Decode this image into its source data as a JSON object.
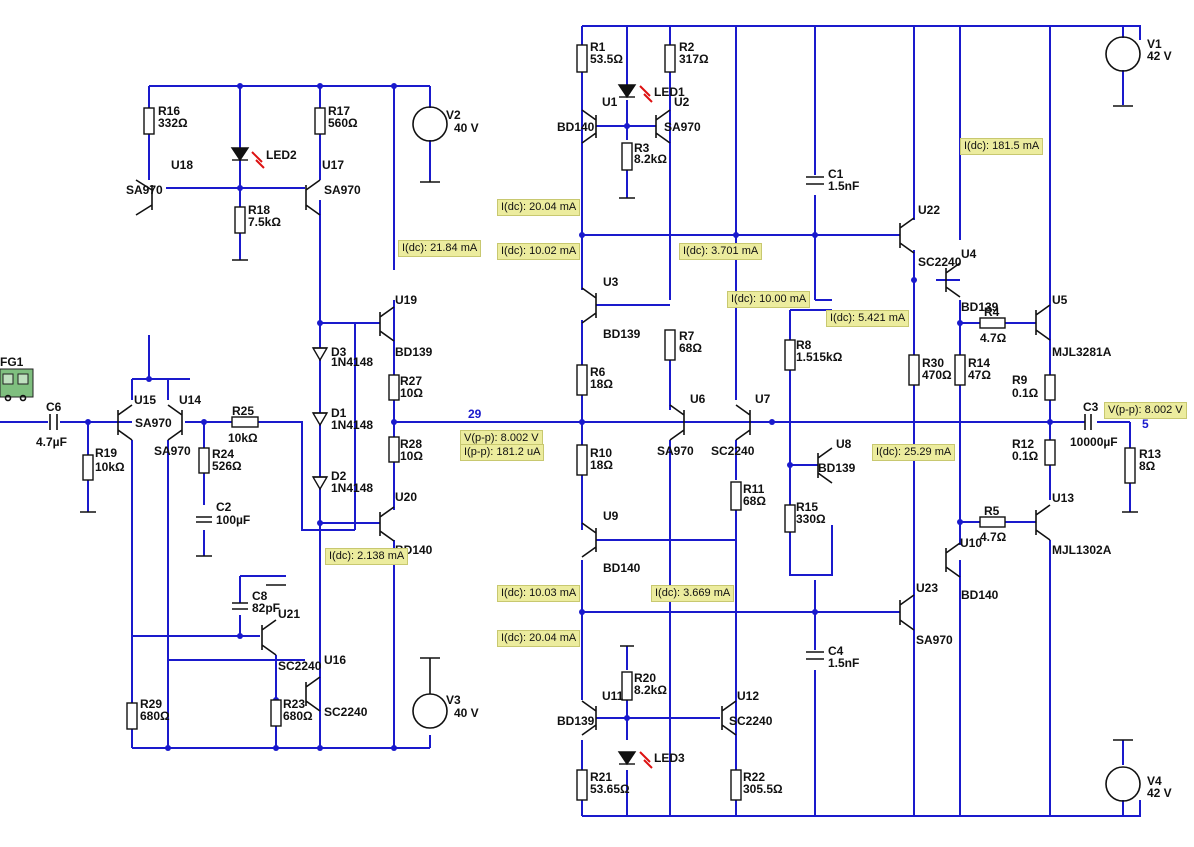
{
  "components": [
    {
      "ref": "FG1",
      "value": ""
    },
    {
      "ref": "C6",
      "value": "4.7µF"
    },
    {
      "ref": "R19",
      "value": "10kΩ"
    },
    {
      "ref": "U15",
      "value": "SA970"
    },
    {
      "ref": "U14",
      "value": "SA970"
    },
    {
      "ref": "R25",
      "value": "10kΩ"
    },
    {
      "ref": "R24",
      "value": "526Ω"
    },
    {
      "ref": "C2",
      "value": "100µF"
    },
    {
      "ref": "R16",
      "value": "332Ω"
    },
    {
      "ref": "LED2",
      "value": ""
    },
    {
      "ref": "R17",
      "value": "560Ω"
    },
    {
      "ref": "U18",
      "value": "SA970"
    },
    {
      "ref": "U17",
      "value": "SA970"
    },
    {
      "ref": "R18",
      "value": "7.5kΩ"
    },
    {
      "ref": "V2",
      "value": "40 V"
    },
    {
      "ref": "U19",
      "value": "BD139"
    },
    {
      "ref": "D3",
      "value": "1N4148"
    },
    {
      "ref": "D1",
      "value": "1N4148"
    },
    {
      "ref": "D2",
      "value": "1N4148"
    },
    {
      "ref": "R27",
      "value": "10Ω"
    },
    {
      "ref": "R28",
      "value": "10Ω"
    },
    {
      "ref": "U20",
      "value": "BD140"
    },
    {
      "ref": "C8",
      "value": "82pF"
    },
    {
      "ref": "U21",
      "value": ""
    },
    {
      "ref": "SC2240",
      "value": ""
    },
    {
      "ref": "U16",
      "value": "SC2240"
    },
    {
      "ref": "R23",
      "value": "680Ω"
    },
    {
      "ref": "R29",
      "value": "680Ω"
    },
    {
      "ref": "V3",
      "value": "40 V"
    },
    {
      "ref": "R1",
      "value": "53.5Ω"
    },
    {
      "ref": "R2",
      "value": "317Ω"
    },
    {
      "ref": "LED1",
      "value": ""
    },
    {
      "ref": "U1",
      "value": "BD140"
    },
    {
      "ref": "U2",
      "value": "SA970"
    },
    {
      "ref": "R3",
      "value": "8.2kΩ"
    },
    {
      "ref": "U3",
      "value": "BD139"
    },
    {
      "ref": "R6",
      "value": "18Ω"
    },
    {
      "ref": "R7",
      "value": "68Ω"
    },
    {
      "ref": "R10",
      "value": "18Ω"
    },
    {
      "ref": "U6",
      "value": "SA970"
    },
    {
      "ref": "U7",
      "value": "SC2240"
    },
    {
      "ref": "U9",
      "value": "BD140"
    },
    {
      "ref": "R11",
      "value": "68Ω"
    },
    {
      "ref": "U11",
      "value": "BD139"
    },
    {
      "ref": "R20",
      "value": "8.2kΩ"
    },
    {
      "ref": "LED3",
      "value": ""
    },
    {
      "ref": "U12",
      "value": "SC2240"
    },
    {
      "ref": "R21",
      "value": "53.65Ω"
    },
    {
      "ref": "R22",
      "value": "305.5Ω"
    },
    {
      "ref": "C1",
      "value": "1.5nF"
    },
    {
      "ref": "R8",
      "value": "1.515kΩ"
    },
    {
      "ref": "U8",
      "value": "BD139"
    },
    {
      "ref": "R15",
      "value": "330Ω"
    },
    {
      "ref": "C4",
      "value": "1.5nF"
    },
    {
      "ref": "U22",
      "value": "SC2240"
    },
    {
      "ref": "U4",
      "value": "BD139"
    },
    {
      "ref": "R30",
      "value": "470Ω"
    },
    {
      "ref": "R14",
      "value": "47Ω"
    },
    {
      "ref": "R4",
      "value": "4.7Ω"
    },
    {
      "ref": "U5",
      "value": "MJL3281A"
    },
    {
      "ref": "R9",
      "value": "0.1Ω"
    },
    {
      "ref": "R12",
      "value": "0.1Ω"
    },
    {
      "ref": "R5",
      "value": "4.7Ω"
    },
    {
      "ref": "U10",
      "value": "BD140"
    },
    {
      "ref": "U13",
      "value": "MJL1302A"
    },
    {
      "ref": "U23",
      "value": "SA970"
    },
    {
      "ref": "C3",
      "value": "10000µF"
    },
    {
      "ref": "R13",
      "value": "8Ω"
    },
    {
      "ref": "V1",
      "value": "42 V"
    },
    {
      "ref": "V4",
      "value": "42 V"
    }
  ],
  "nets": {
    "mid": "29",
    "out": "5"
  },
  "probes": {
    "p_v2": "I(dc): 21.84 mA",
    "p_u20": "I(dc): 2.138 mA",
    "p_mid_v": "V(p-p): 8.002 V",
    "p_mid_i": "I(p-p): 181.2 uA",
    "p_r1a": "I(dc): 20.04 mA",
    "p_r1b": "I(dc): 10.02 mA",
    "p_r2": "I(dc): 3.701 mA",
    "p_c1": "I(dc): 10.00 mA",
    "p_r30": "I(dc): 5.421 mA",
    "p_v1": "I(dc): 181.5 mA",
    "p_r14": "I(dc): 25.29 mA",
    "p_out": "V(p-p): 8.002 V",
    "p_r21a": "I(dc): 10.03 mA",
    "p_r21b": "I(dc): 20.04 mA",
    "p_r22": "I(dc): 3.669 mA"
  },
  "colors": {
    "wire": "#1a1acc",
    "probe_bg": "#ecec9e",
    "probe_arrow": "#1db31d",
    "led_arrow": "#dd1111"
  }
}
